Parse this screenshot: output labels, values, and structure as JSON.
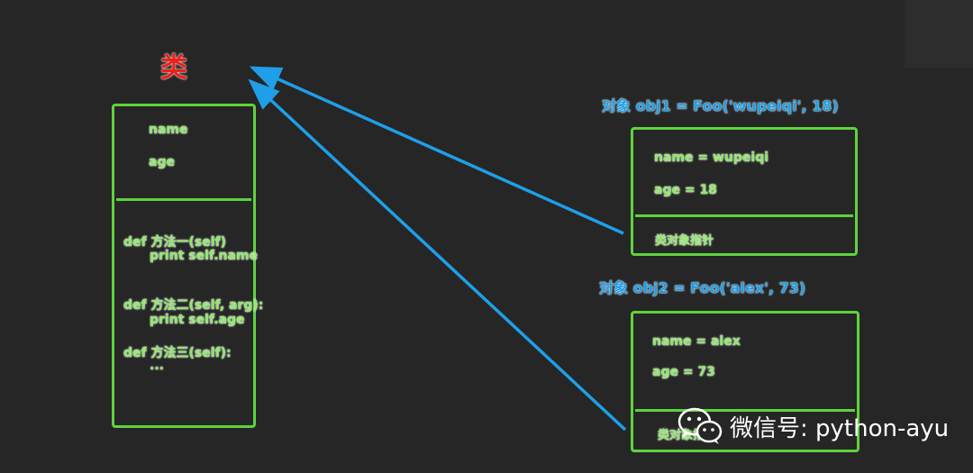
{
  "class_box": {
    "title": "类",
    "attributes": [
      "name",
      "age"
    ],
    "methods": [
      {
        "line1": "def  方法一(self)",
        "line2": "print self.name"
      },
      {
        "line1": "def 方法二(self, arg):",
        "line2": "print self.age"
      },
      {
        "line1": "def  方法三(self):",
        "line2": "..."
      }
    ]
  },
  "objects": [
    {
      "title": "对象 obj1 = Foo('wupeiqi', 18)",
      "fields": [
        "name = wupeiqi",
        "age = 18"
      ],
      "pointer": "类对象指针"
    },
    {
      "title": "对象 obj2 = Foo('alex', 73)",
      "fields": [
        "name = alex",
        "age = 73"
      ],
      "pointer": "类对象指针"
    }
  ],
  "watermark": {
    "text": "微信号: python-ayu",
    "icon": "wechat-icon"
  },
  "colors": {
    "background": "#262626",
    "box_border": "#5ed33c",
    "box_text": "#8fe86a",
    "class_title": "#e8231c",
    "object_title": "#1e9fe8",
    "arrow": "#1e9fe8"
  }
}
